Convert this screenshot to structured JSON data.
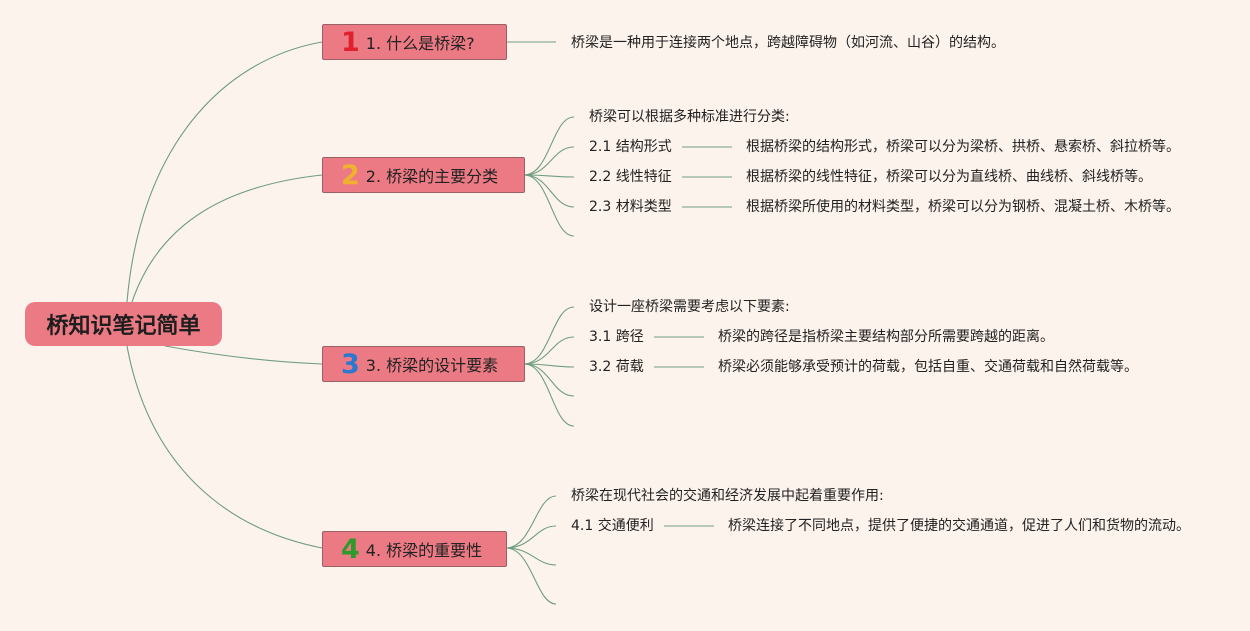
{
  "root": {
    "label": "桥知识笔记简单"
  },
  "topics": [
    {
      "num": "1",
      "num_color": "#e0202e",
      "label": "1. 什么是桥梁?"
    },
    {
      "num": "2",
      "num_color": "#f0b030",
      "label": "2. 桥梁的主要分类"
    },
    {
      "num": "3",
      "num_color": "#2a78d0",
      "label": "3. 桥梁的设计要素"
    },
    {
      "num": "4",
      "num_color": "#2e9a2c",
      "label": "4. 桥梁的重要性"
    }
  ],
  "branch1": {
    "desc": "桥梁是一种用于连接两个地点，跨越障碍物（如河流、山谷）的结构。"
  },
  "branch2": {
    "intro": "桥梁可以根据多种标准进行分类:",
    "items": [
      {
        "label": "2.1 结构形式",
        "desc": "根据桥梁的结构形式，桥梁可以分为梁桥、拱桥、悬索桥、斜拉桥等。"
      },
      {
        "label": "2.2 线性特征",
        "desc": "根据桥梁的线性特征，桥梁可以分为直线桥、曲线桥、斜线桥等。"
      },
      {
        "label": "2.3 材料类型",
        "desc": "根据桥梁所使用的材料类型，桥梁可以分为钢桥、混凝土桥、木桥等。"
      }
    ]
  },
  "branch3": {
    "intro": "设计一座桥梁需要考虑以下要素:",
    "items": [
      {
        "label": "3.1 跨径",
        "desc": "桥梁的跨径是指桥梁主要结构部分所需要跨越的距离。"
      },
      {
        "label": "3.2 荷载",
        "desc": "桥梁必须能够承受预计的荷载，包括自重、交通荷载和自然荷载等。"
      }
    ]
  },
  "branch4": {
    "intro": "桥梁在现代社会的交通和经济发展中起着重要作用:",
    "items": [
      {
        "label": "4.1 交通便利",
        "desc": "桥梁连接了不同地点，提供了便捷的交通通道，促进了人们和货物的流动。"
      }
    ]
  },
  "colors": {
    "background": "#fcf3ec",
    "node": "#ec7a84",
    "line": "#6f9d80"
  }
}
